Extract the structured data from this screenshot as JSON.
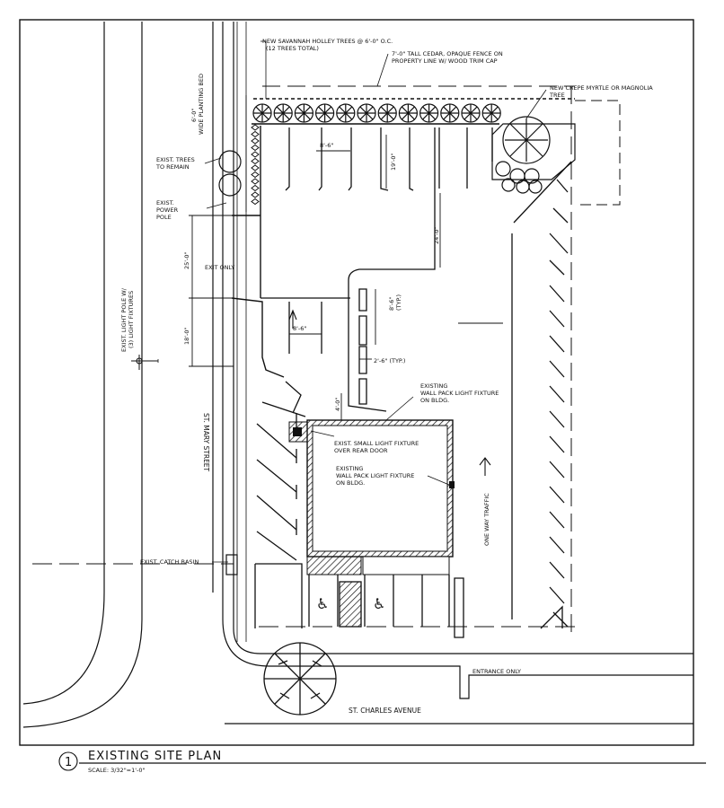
{
  "drawing": {
    "title": "EXISTING SITE PLAN",
    "scale": "SCALE: 3/32\"=1'-0\"",
    "detail_number": "1"
  },
  "streets": {
    "st_mary": "ST. MARY STREET",
    "st_charles": "ST. CHARLES AVENUE"
  },
  "notes": {
    "trees": "NEW SAVANNAH HOLLEY TREES @ 6'-0\" O.C.",
    "trees_count": "(12 TREES TOTAL)",
    "fence_1": "7'-0\" TALL CEDAR, OPAQUE FENCE ON",
    "fence_2": "PROPERTY LINE W/ WOOD TRIM CAP",
    "crepe_1": "NEW CREPE MYRTLE OR MAGNOLIA",
    "crepe_2": "TREE",
    "exist_trees_1": "EXIST. TREES",
    "exist_trees_2": "TO REMAIN",
    "power_pole_1": "EXIST.",
    "power_pole_2": "POWER",
    "power_pole_3": "POLE",
    "exit_only": "EXIT ONLY",
    "planting_1": "6'-0\"",
    "planting_2": "WIDE PLANTING BED",
    "light_pole_1": "EXIST. LIGHT POLE W/",
    "light_pole_2": "(3) LIGHT FIXTURES",
    "wall_pack_top_1": "EXISTING",
    "wall_pack_top_2": "WALL PACK LIGHT FIXTURE",
    "wall_pack_top_3": "ON BLDG.",
    "small_light_1": "EXIST. SMALL LIGHT FIXTURE",
    "small_light_2": "OVER REAR DOOR",
    "wall_pack_1": "EXISTING",
    "wall_pack_2": "WALL PACK LIGHT FIXTURE",
    "wall_pack_3": "ON BLDG.",
    "catch_basin": "EXIST. CATCH BASIN",
    "one_way": "ONE WAY TRAFFIC",
    "entrance_only": "ENTRANCE ONLY"
  },
  "dimensions": {
    "stall_width_top": "8'-6\"",
    "stall_depth": "19'-0\"",
    "aisle": "24'-0\"",
    "dim_25": "25'-0\"",
    "dim_18": "18'-0\"",
    "stall_width_mid": "8'-6\"",
    "stall_typ": "8'-6\"",
    "typ": "(TYP.)",
    "curb_typ": "2'-6\" (TYP.)",
    "dim_4": "4'-0\""
  }
}
